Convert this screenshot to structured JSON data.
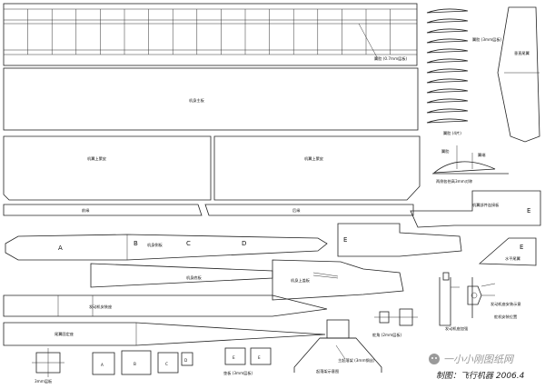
{
  "labels": {
    "wing_note": "翼肋 (0.7mm层板)",
    "rib_note": "翼肋 (4片)",
    "rib_spec": "翼肋 (3mm层板)",
    "fin": "垂直尾翼",
    "fuselage_main": "机身主板",
    "wing_upper_l": "机翼上蒙皮",
    "wing_upper_r": "机翼上蒙皮",
    "front_edge_l": "前缘",
    "front_edge_r": "后缘",
    "rib_tip": "翼肋",
    "wing_tip": "翼端",
    "wing_parts": "机翼部件连接板",
    "dihedral_note": "两侧各抬高3mm对称",
    "body_side": "机身侧板",
    "body_bottom": "机身底板",
    "body_top": "机身上盖板",
    "motor_mount": "发动机安装座",
    "tail_mount": "尾翼固定座",
    "stab": "水平尾翼",
    "plate_spec": "3mm层板",
    "piece_a1": "A",
    "piece_b1": "B",
    "piece_c1": "C",
    "piece_d1": "D",
    "piece_e1": "E",
    "piece_a2": "A",
    "piece_b2": "B",
    "piece_c2": "C",
    "piece_d2": "D",
    "piece_e2": "E",
    "piece_e3": "E",
    "piece_e4": "E",
    "piece_e5": "E",
    "gear_note": "起落架示意图",
    "gear_label": "主起落架 (3mm钢丝)",
    "hinge_note": "舵角 (2mm层板)",
    "pad_note": "垫板 (3mm层板)",
    "servo_note": "舵机安装位置",
    "mount_detail": "发动机座安装示意",
    "bracket_note": "发动机座加强",
    "watermark": "一小小刚图纸网",
    "signature": "制图：飞行机器 2006.4"
  },
  "icons": {
    "watermark_logo": "wechat-logo-icon"
  }
}
